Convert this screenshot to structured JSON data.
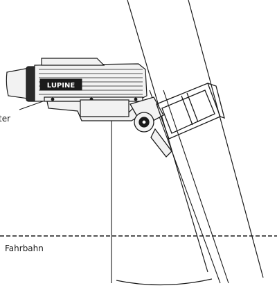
{
  "labels": {
    "left_cut": "ter",
    "road": "Fahrbahn"
  },
  "logo": {
    "text": "LUPINE"
  },
  "colors": {
    "ink": "#1a1a1a",
    "background": "#ffffff",
    "lamp_fill": "#f2f2f2",
    "lens_dark": "#2a2a2a"
  }
}
